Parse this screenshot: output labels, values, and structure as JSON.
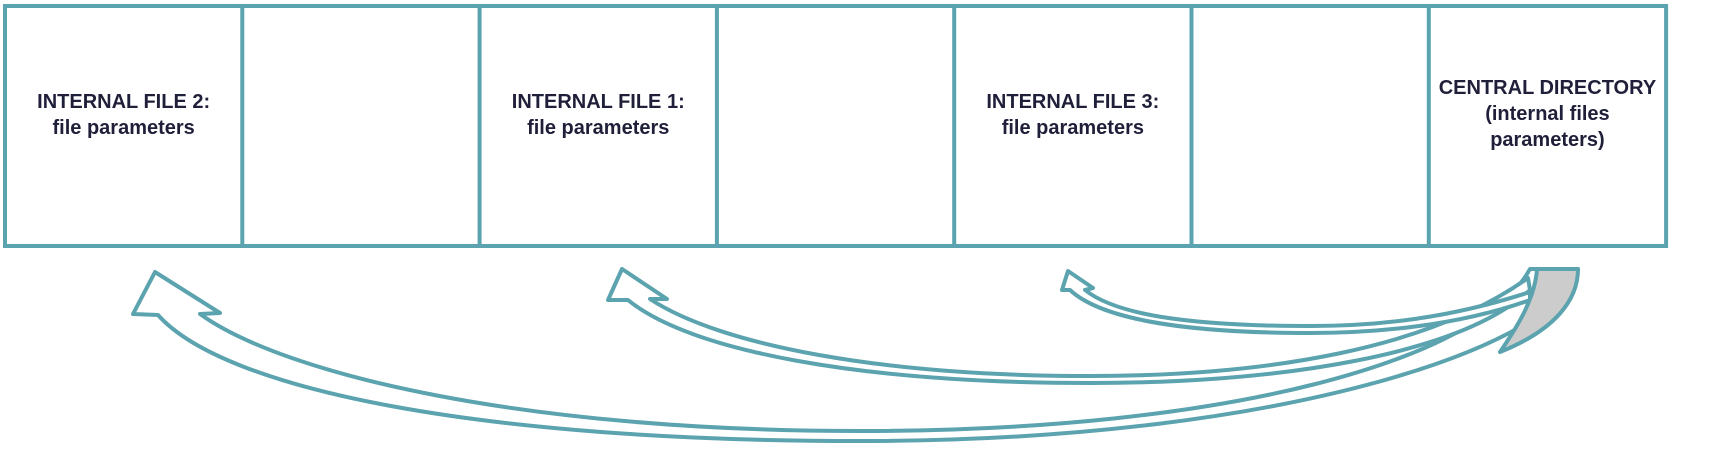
{
  "colors": {
    "stroke": "#5ba3ae",
    "arrow_fill": "#ffffff",
    "arrow_fill_selected": "#cccccc",
    "text": "#1f1f3a",
    "background": "#ffffff"
  },
  "cells": [
    {
      "lines": [
        "INTERNAL FILE 2:",
        "file parameters"
      ]
    },
    {
      "lines": []
    },
    {
      "lines": [
        "INTERNAL FILE 1:",
        "file parameters"
      ]
    },
    {
      "lines": []
    },
    {
      "lines": [
        "INTERNAL FILE 3:",
        "file parameters"
      ]
    },
    {
      "lines": []
    },
    {
      "lines": [
        "CENTRAL DIRECTORY",
        "(internal files",
        "parameters)"
      ]
    }
  ],
  "arrows": [
    {
      "from": "central-directory",
      "to": "internal-file-2"
    },
    {
      "from": "central-directory",
      "to": "internal-file-1"
    },
    {
      "from": "central-directory",
      "to": "internal-file-3"
    }
  ]
}
